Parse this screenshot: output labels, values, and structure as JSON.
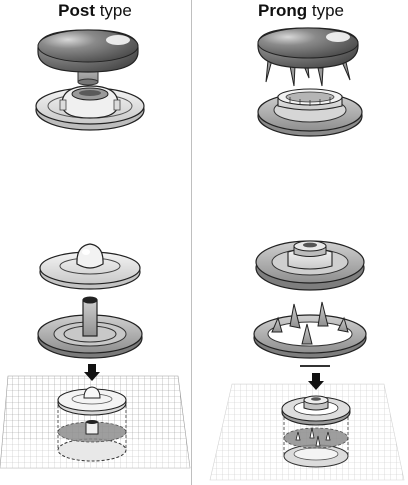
{
  "headings": {
    "post": {
      "bold": "Post",
      "rest": " type"
    },
    "prong": {
      "bold": "Prong",
      "rest": " type"
    }
  },
  "colors": {
    "cap_dark": "#6f6f6f",
    "part_light": "#e6e6e6",
    "part_mid": "#b8b8b8",
    "part_dark": "#8c8c8c",
    "grid_fabric": "#9a9a9a",
    "divider": "#bfbfbf"
  },
  "columns": [
    {
      "name": "post",
      "parts": [
        "cap-button",
        "socket",
        "stud",
        "post-eyelet",
        "assembled-on-fabric"
      ]
    },
    {
      "name": "prong",
      "parts": [
        "prong-cap-button",
        "prong-socket",
        "prong-stud",
        "prong-ring",
        "assembled-on-fabric"
      ]
    }
  ]
}
